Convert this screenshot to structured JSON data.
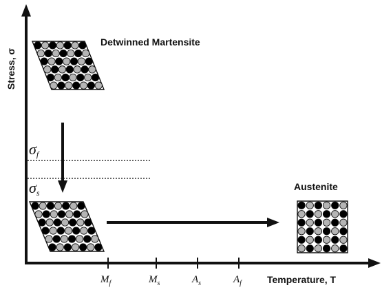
{
  "axes": {
    "y_label": "Stress, σ",
    "x_label": "Temperature, T",
    "ticks": [
      {
        "main": "M",
        "sub": "f"
      },
      {
        "main": "M",
        "sub": "s"
      },
      {
        "main": "A",
        "sub": "s"
      },
      {
        "main": "A",
        "sub": "f"
      }
    ]
  },
  "stress_levels": [
    {
      "main": "σ",
      "sub": "f"
    },
    {
      "main": "σ",
      "sub": "s"
    }
  ],
  "phases": {
    "detwinned": "Detwinned Martensite",
    "austenite": "Austenite"
  },
  "colors": {
    "ink": "#111111",
    "atom_black": "#000000",
    "atom_grey": "#b5b5b5",
    "dotted_line": "#333333"
  }
}
